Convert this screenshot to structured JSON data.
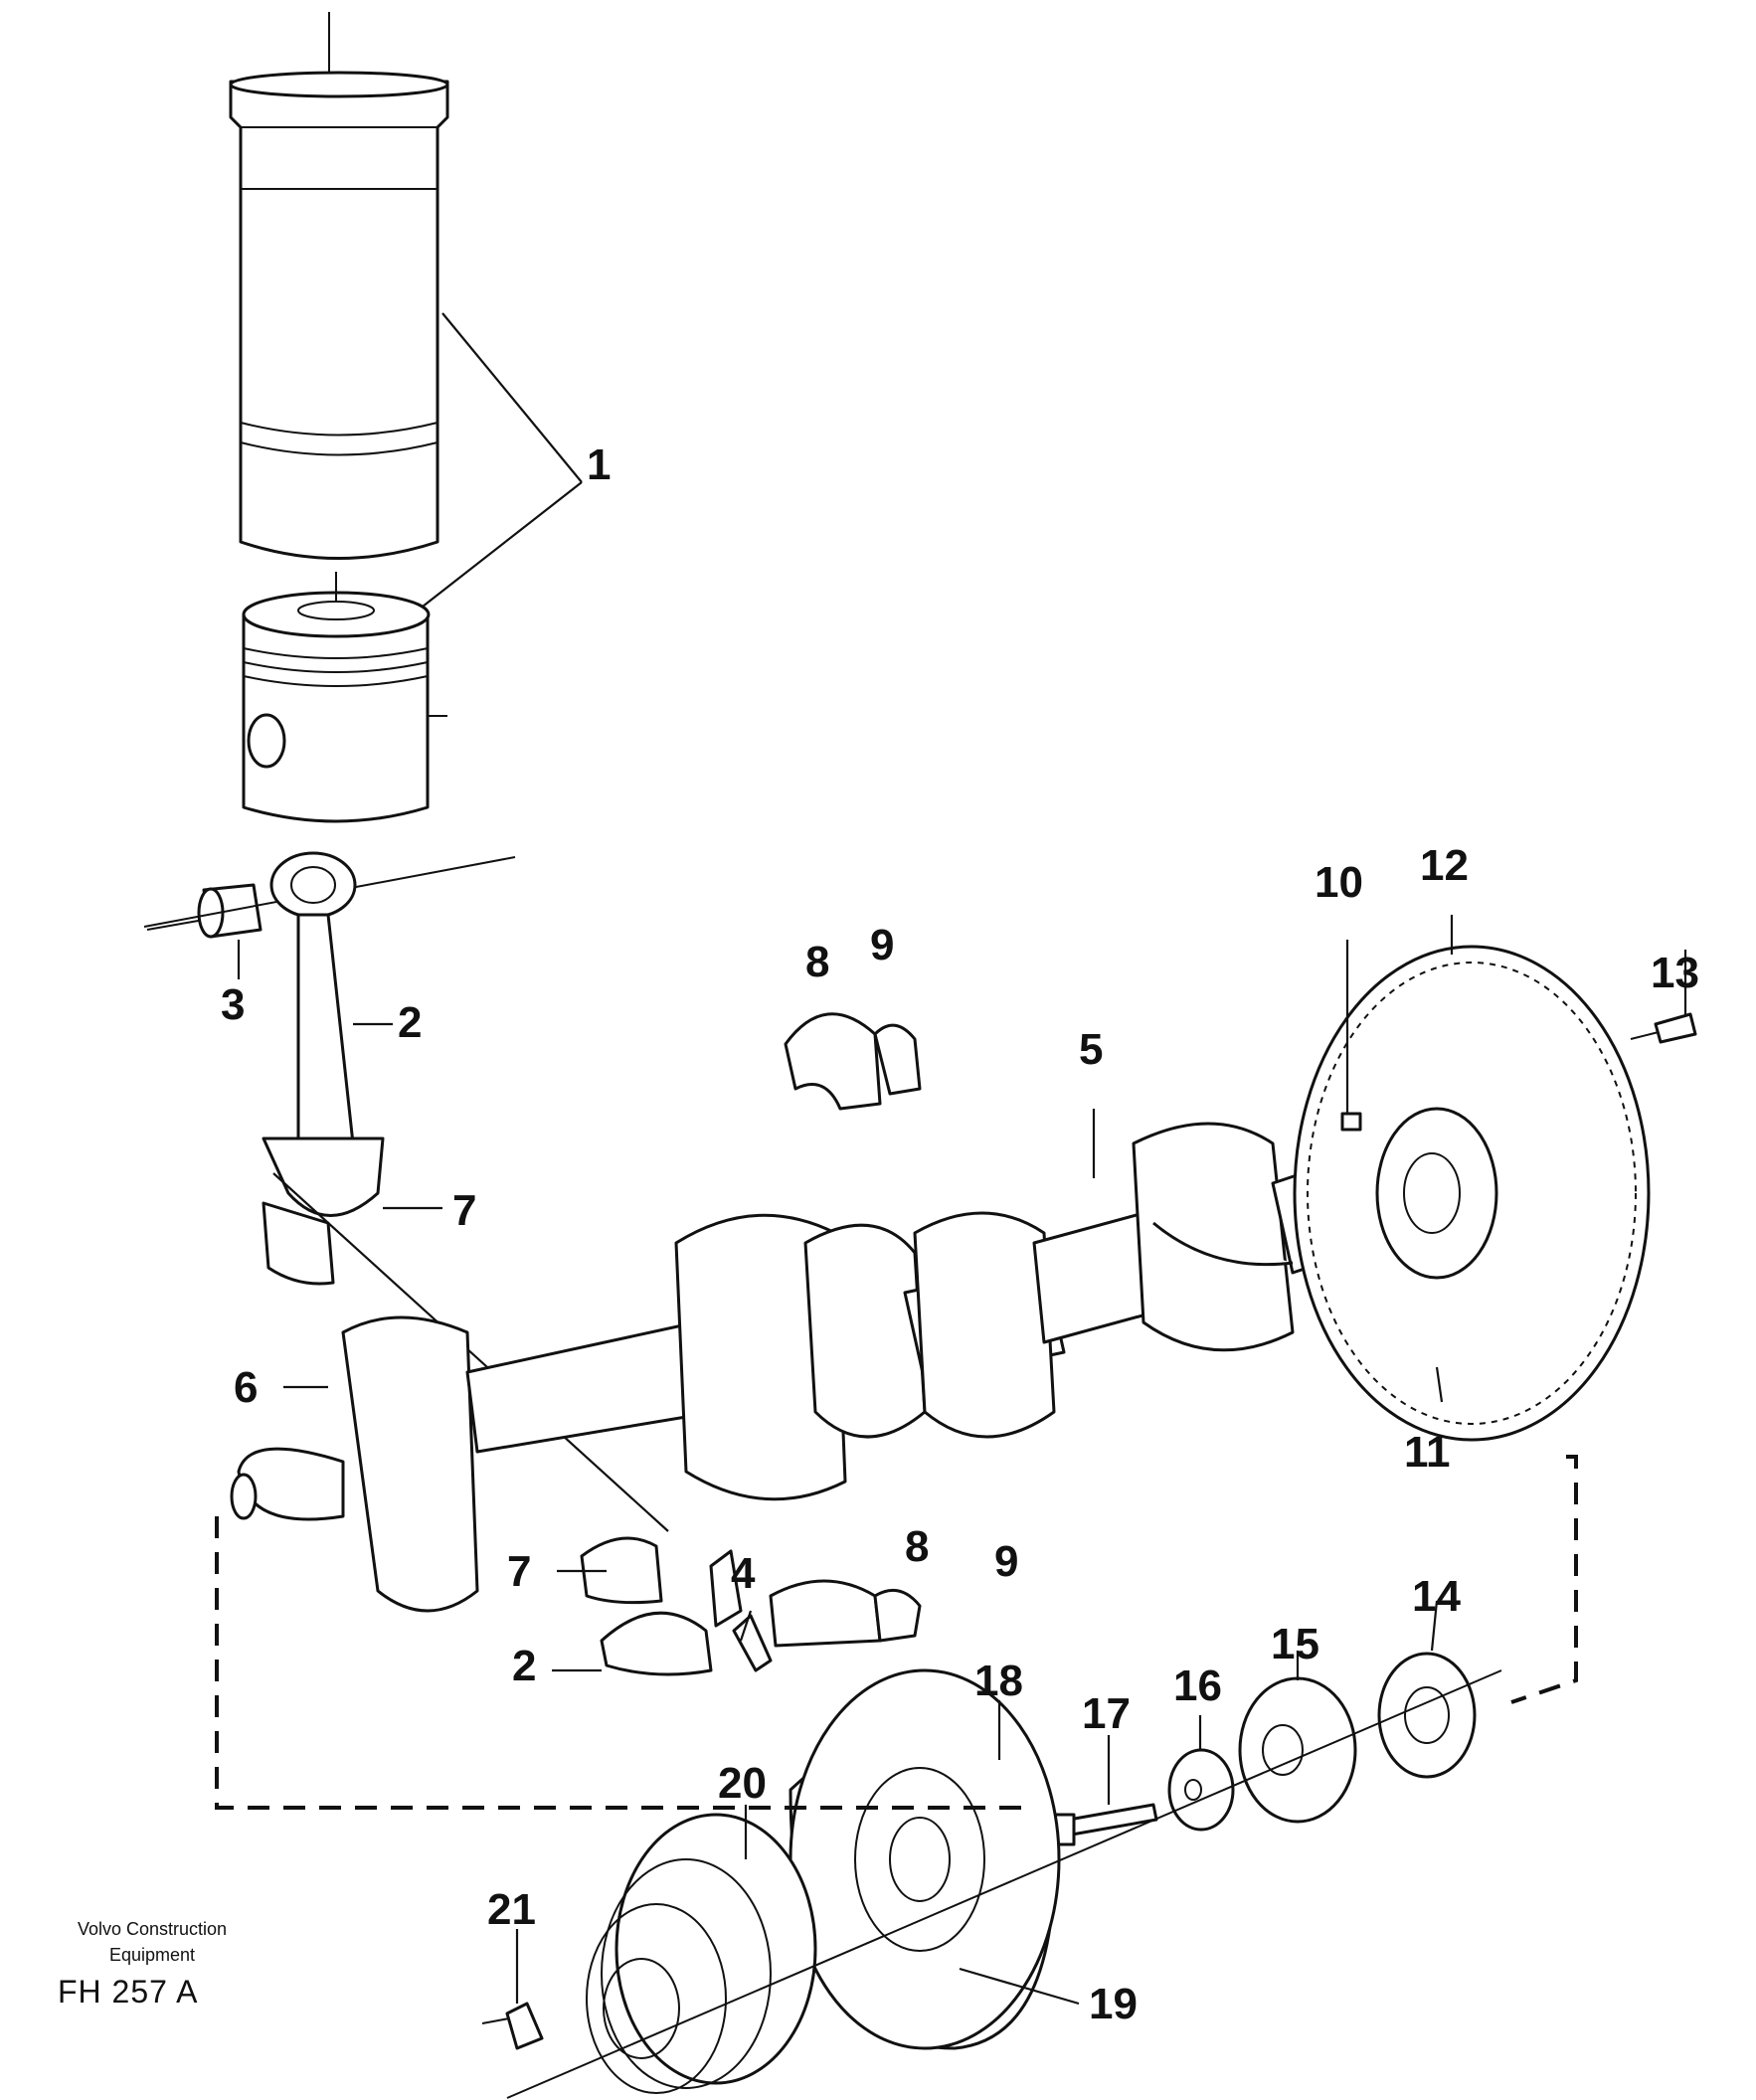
{
  "publisher": {
    "line1": "Volvo Construction",
    "line2": "Equipment"
  },
  "figure_code": "FH 257 A",
  "callouts": [
    "1",
    "2",
    "3",
    "2",
    "7",
    "6",
    "7",
    "4",
    "8",
    "9",
    "8",
    "9",
    "5",
    "10",
    "12",
    "13",
    "11",
    "14",
    "15",
    "16",
    "17",
    "18",
    "20",
    "21",
    "19"
  ]
}
